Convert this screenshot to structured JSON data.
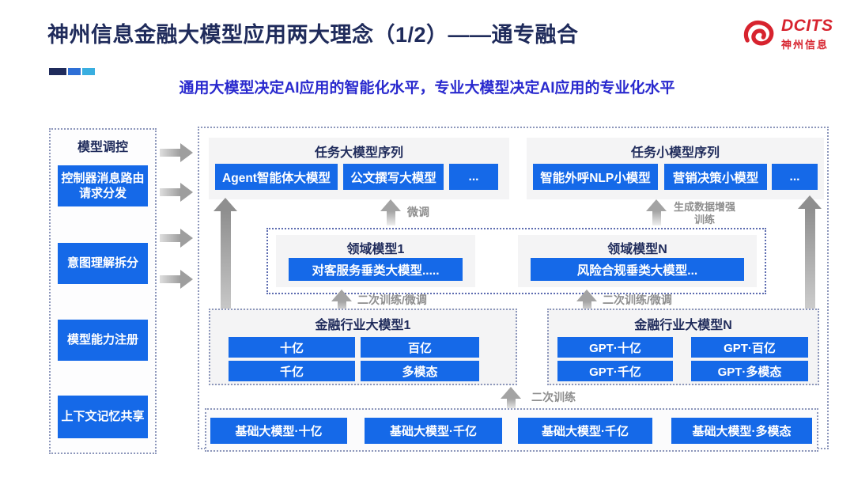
{
  "header": {
    "title": "神州信息金融大模型应用两大理念（1/2）——通专融合",
    "subtitle": "通用大模型决定AI应用的智能化水平，专业大模型决定AI应用的专业化水平",
    "logo": {
      "brand": "DCITS",
      "brand_cn": "神州信息"
    }
  },
  "colors": {
    "accent_blue": "#1569E8",
    "navy": "#1F2B5B",
    "subtitle_blue": "#2929CE",
    "logo_red": "#D7232E",
    "arrow_gray": "#9e9e9e"
  },
  "sidebar": {
    "title": "模型调控",
    "items": [
      {
        "label": "控制器消息路由请求分发"
      },
      {
        "label": "意图理解拆分"
      },
      {
        "label": "模型能力注册"
      },
      {
        "label": "上下文记忆共享"
      }
    ]
  },
  "diagram": {
    "task_large": {
      "title": "任务大模型序列",
      "chips": [
        "Agent智能体大模型",
        "公文撰写大模型",
        "..."
      ]
    },
    "task_small": {
      "title": "任务小模型序列",
      "chips": [
        "智能外呼NLP小模型",
        "营销决策小模型",
        "..."
      ]
    },
    "labels": {
      "finetune": "微调",
      "gen_data_training": "生成数据增强训练",
      "retrain_finetune": "二次训练/微调",
      "retrain": "二次训练"
    },
    "domain_sections": [
      {
        "title": "领域模型1",
        "box": "对客服务垂类大模型....."
      },
      {
        "title": "领域模型N",
        "box": "风险合规垂类大模型..."
      }
    ],
    "industry_sections": [
      {
        "title": "金融行业大模型1",
        "boxes": [
          "十亿",
          "百亿",
          "千亿",
          "多模态"
        ]
      },
      {
        "title": "金融行业大模型N",
        "boxes": [
          "GPT·十亿",
          "GPT·百亿",
          "GPT·千亿",
          "GPT·多模态"
        ]
      }
    ],
    "base_models": [
      "基础大模型·十亿",
      "基础大模型·千亿",
      "基础大模型·千亿",
      "基础大模型·多模态"
    ]
  }
}
